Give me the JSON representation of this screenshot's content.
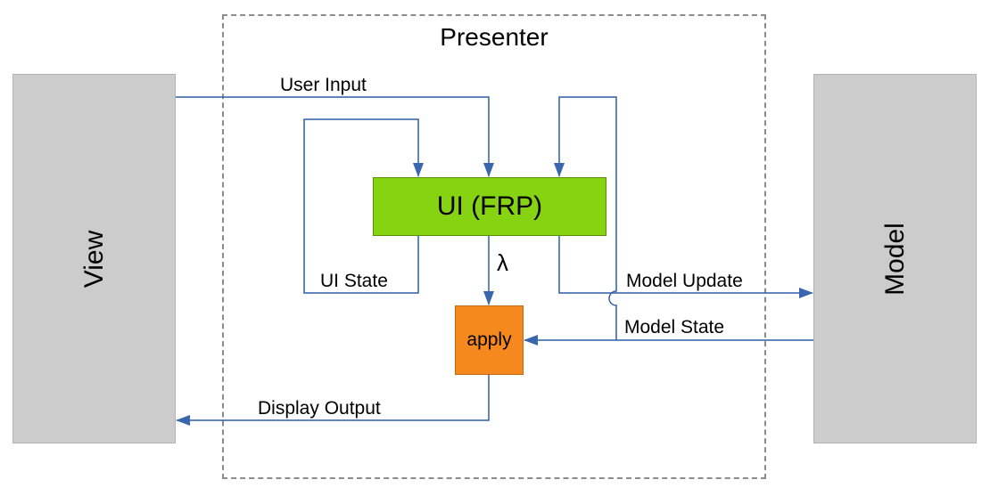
{
  "presenter": {
    "title": "Presenter"
  },
  "view": {
    "label": "View"
  },
  "model": {
    "label": "Model"
  },
  "ui": {
    "label": "UI (FRP)"
  },
  "apply": {
    "label": "apply"
  },
  "edges": {
    "user_input": "User Input",
    "ui_state": "UI State",
    "lambda": "λ",
    "model_update": "Model Update",
    "model_state": "Model State",
    "display_output": "Display Output"
  },
  "colors": {
    "wire": "#2e5fa6",
    "arrowhead": "#3a66b0",
    "ui_fill": "#86d411",
    "apply_fill": "#f5891e",
    "side_fill": "#cccccc",
    "frame": "#8c8c8c"
  }
}
